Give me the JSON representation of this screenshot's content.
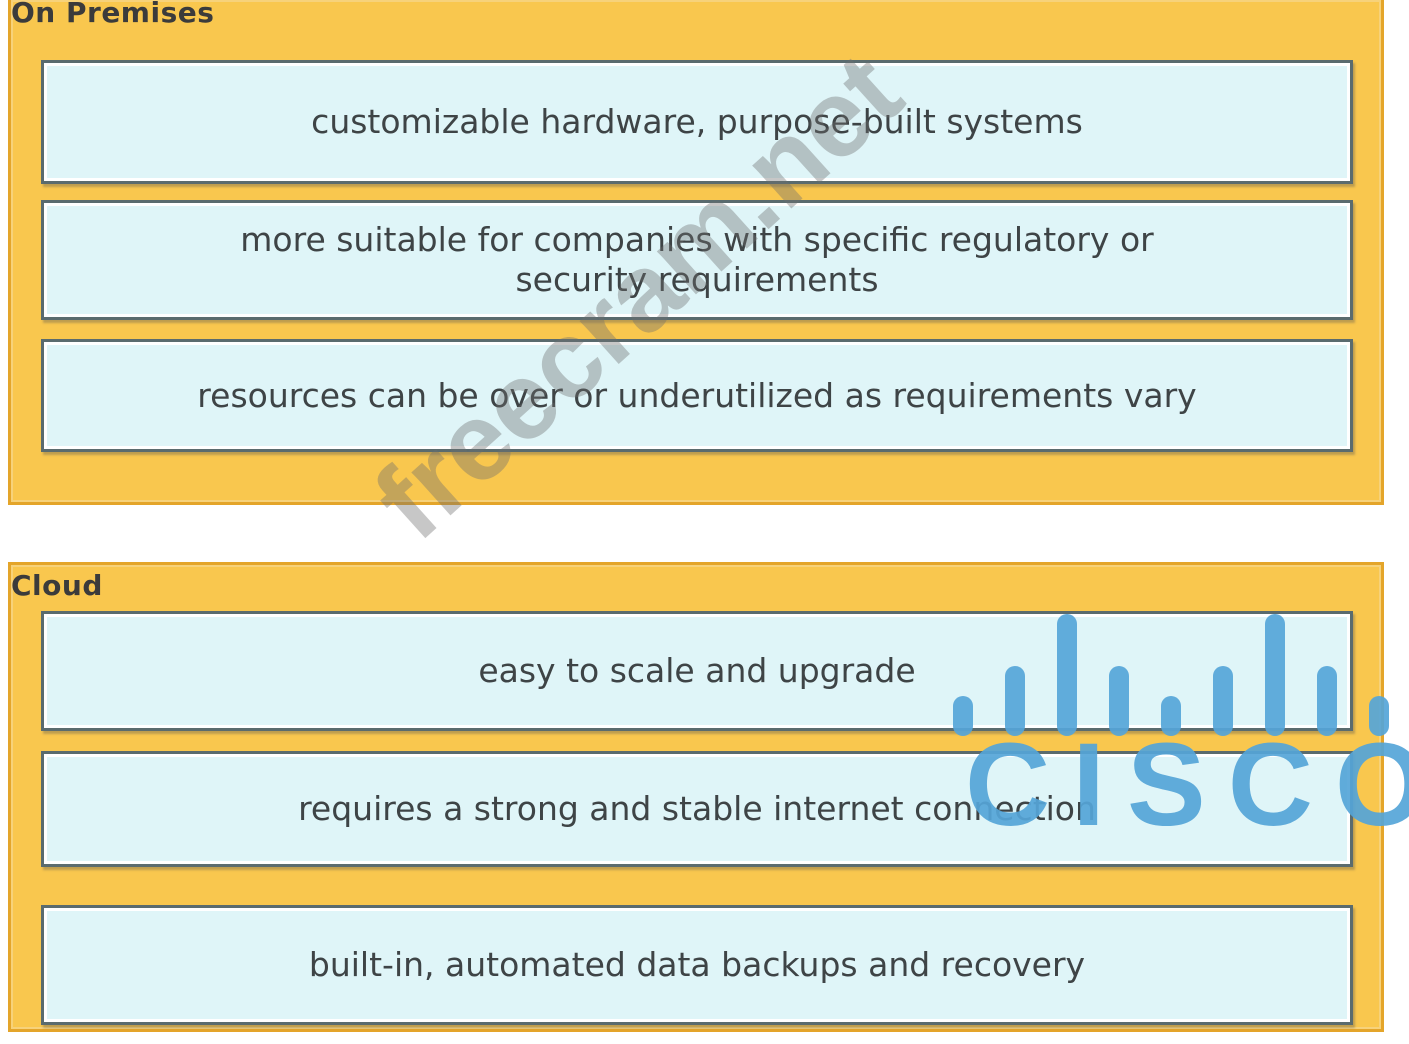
{
  "groups": {
    "on_premises": {
      "title": "On Premises",
      "items": [
        "customizable hardware, purpose-built systems",
        "more suitable for companies with specific regulatory or\nsecurity requirements",
        "resources can be over or underutilized as requirements vary"
      ]
    },
    "cloud": {
      "title": "Cloud",
      "items": [
        "easy to scale and upgrade",
        "requires a strong and stable internet connection",
        "built-in, automated data backups and recovery"
      ]
    }
  },
  "logo": {
    "wordmark": "CISCO",
    "color": "#55a5d8"
  },
  "watermark": "freecram.net",
  "colors": {
    "panel": "#f9c74e",
    "card": "#dff5f8"
  }
}
